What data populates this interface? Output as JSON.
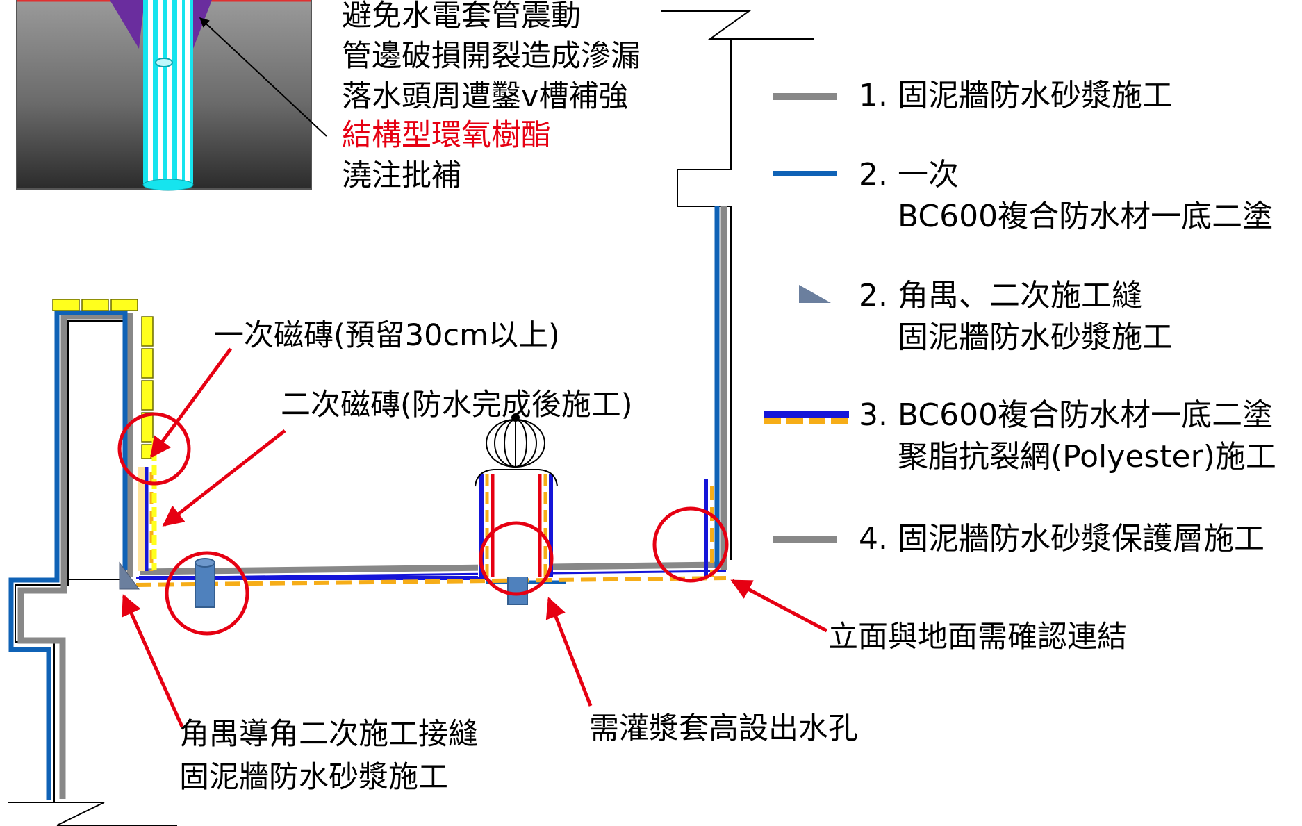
{
  "colors": {
    "mortar_gray": "#888888",
    "bc600_blue": "#0f62b6",
    "dash_blue": "#1515d8",
    "dash_orange": "#f6ad18",
    "tile_yellow": "#ffff1d",
    "callout_red": "#e60012",
    "corner_slate": "#6b7f9e",
    "pipe_cyan": "#16e4ee",
    "v_groove_purple": "#6a2d9e",
    "drain_blue": "#4f81bd"
  },
  "inset_note": {
    "lines": [
      "避免水電套管震動",
      "管邊破損開裂造成滲漏",
      "落水頭周遭鑿v槽補強"
    ],
    "highlight": "結構型環氧樹酯",
    "last_line": "澆注批補"
  },
  "legend": {
    "item1": "1.  固泥牆防水砂漿施工",
    "item2_line1": "2.  一次",
    "item2_line2": "BC600複合防水材一底二塗",
    "item3_line1": "2. 角禺、二次施工縫",
    "item3_line2": "固泥牆防水砂漿施工",
    "item4_line1": "3. BC600複合防水材一底二塗",
    "item4_line2": "聚脂抗裂網(Polyester)施工",
    "item5": "4. 固泥牆防水砂漿保護層施工"
  },
  "callouts": {
    "first_tile": "一次磁磚(預留30cm以上)",
    "second_tile": "二次磁磚(防水完成後施工)",
    "wall_floor": "立面與地面需確認連結",
    "corner_line1": "角禺導角二次施工接縫",
    "corner_line2": "固泥牆防水砂漿施工",
    "grout": "需灌漿套高設出水孔"
  }
}
